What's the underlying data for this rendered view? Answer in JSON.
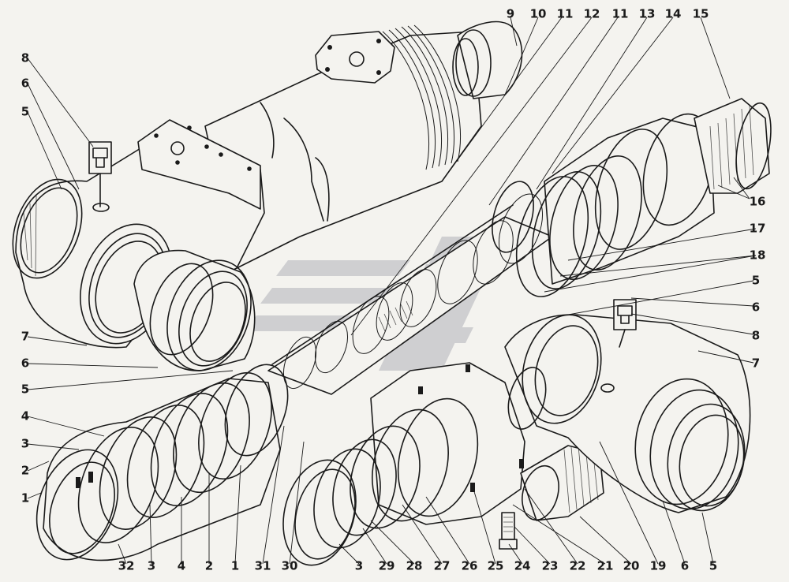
{
  "figure": {
    "callouts": [
      {
        "id": "c-9",
        "text": "9"
      },
      {
        "id": "c-10",
        "text": "10"
      },
      {
        "id": "c-11a",
        "text": "11"
      },
      {
        "id": "c-12",
        "text": "12"
      },
      {
        "id": "c-11b",
        "text": "11"
      },
      {
        "id": "c-13",
        "text": "13"
      },
      {
        "id": "c-14",
        "text": "14"
      },
      {
        "id": "c-15",
        "text": "15"
      },
      {
        "id": "c-16",
        "text": "16"
      },
      {
        "id": "c-17",
        "text": "17"
      },
      {
        "id": "c-18",
        "text": "18"
      },
      {
        "id": "c-5r",
        "text": "5"
      },
      {
        "id": "c-6r",
        "text": "6"
      },
      {
        "id": "c-8r",
        "text": "8"
      },
      {
        "id": "c-7r",
        "text": "7"
      },
      {
        "id": "c-8l",
        "text": "8"
      },
      {
        "id": "c-6l",
        "text": "6"
      },
      {
        "id": "c-5l",
        "text": "5"
      },
      {
        "id": "c-7l",
        "text": "7"
      },
      {
        "id": "c-6m",
        "text": "6"
      },
      {
        "id": "c-5m",
        "text": "5"
      },
      {
        "id": "c-4l",
        "text": "4"
      },
      {
        "id": "c-3l",
        "text": "3"
      },
      {
        "id": "c-2l",
        "text": "2"
      },
      {
        "id": "c-1l",
        "text": "1"
      },
      {
        "id": "c-32",
        "text": "32"
      },
      {
        "id": "c-3b",
        "text": "3"
      },
      {
        "id": "c-4b",
        "text": "4"
      },
      {
        "id": "c-2b",
        "text": "2"
      },
      {
        "id": "c-1b",
        "text": "1"
      },
      {
        "id": "c-31",
        "text": "31"
      },
      {
        "id": "c-30",
        "text": "30"
      },
      {
        "id": "c-3c",
        "text": "3"
      },
      {
        "id": "c-29",
        "text": "29"
      },
      {
        "id": "c-28",
        "text": "28"
      },
      {
        "id": "c-27",
        "text": "27"
      },
      {
        "id": "c-26",
        "text": "26"
      },
      {
        "id": "c-25",
        "text": "25"
      },
      {
        "id": "c-24",
        "text": "24"
      },
      {
        "id": "c-23",
        "text": "23"
      },
      {
        "id": "c-22",
        "text": "22"
      },
      {
        "id": "c-21",
        "text": "21"
      },
      {
        "id": "c-20",
        "text": "20"
      },
      {
        "id": "c-19",
        "text": "19"
      },
      {
        "id": "c-6b",
        "text": "6"
      },
      {
        "id": "c-5b",
        "text": "5"
      }
    ]
  },
  "watermark": {
    "color": "#c9c9cc"
  }
}
